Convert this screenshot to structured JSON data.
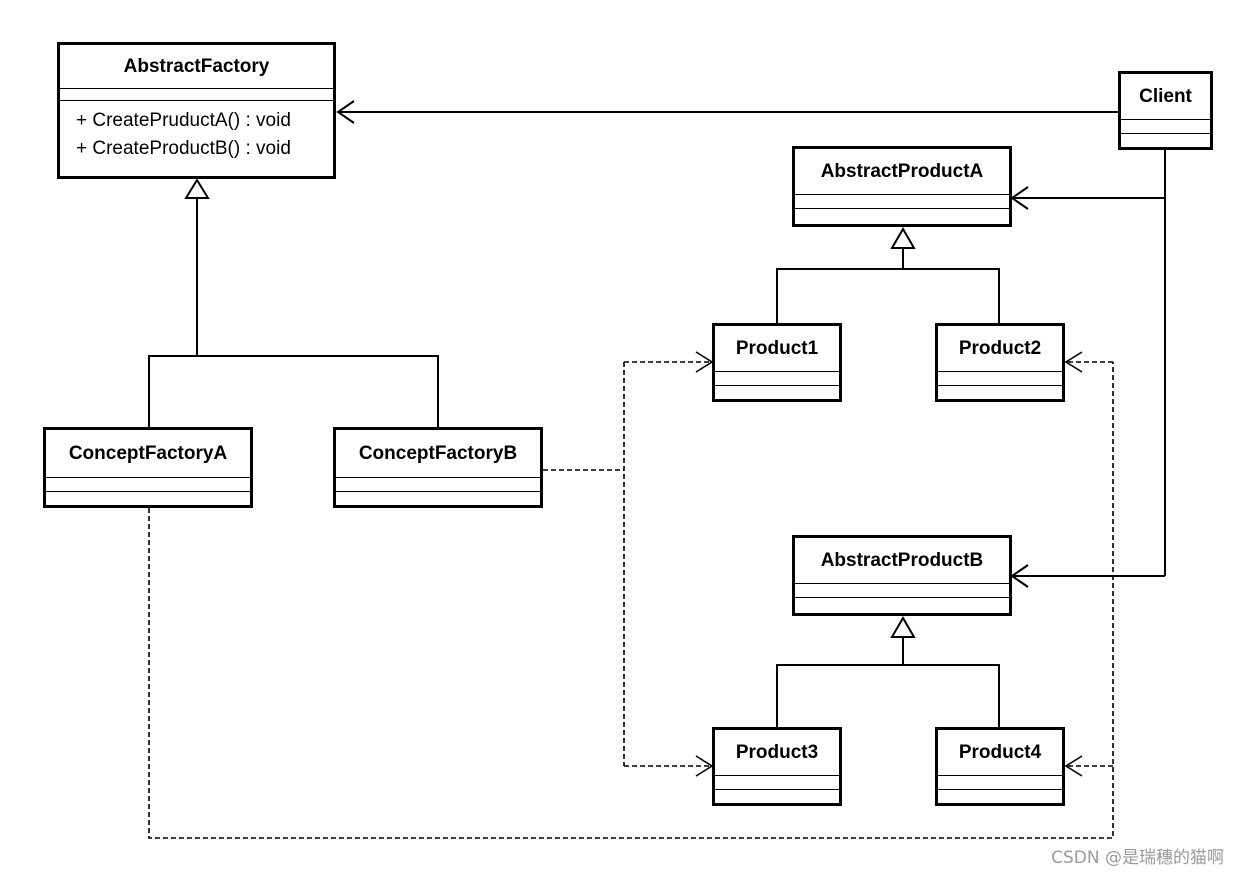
{
  "diagram": {
    "classes": {
      "abstract_factory": {
        "name": "AbstractFactory",
        "operations": [
          "+ CreatePruductA() : void",
          "+ CreateProductB() : void"
        ]
      },
      "client": {
        "name": "Client"
      },
      "abstract_product_a": {
        "name": "AbstractProductA"
      },
      "abstract_product_b": {
        "name": "AbstractProductB"
      },
      "product1": {
        "name": "Product1"
      },
      "product2": {
        "name": "Product2"
      },
      "product3": {
        "name": "Product3"
      },
      "product4": {
        "name": "Product4"
      },
      "concept_factory_a": {
        "name": "ConceptFactoryA"
      },
      "concept_factory_b": {
        "name": "ConceptFactoryB"
      }
    },
    "relations": [
      {
        "type": "association",
        "from": "Client",
        "to": "AbstractFactory"
      },
      {
        "type": "association",
        "from": "Client",
        "to": "AbstractProductA"
      },
      {
        "type": "association",
        "from": "Client",
        "to": "AbstractProductB"
      },
      {
        "type": "generalization",
        "from": "ConceptFactoryA",
        "to": "AbstractFactory"
      },
      {
        "type": "generalization",
        "from": "ConceptFactoryB",
        "to": "AbstractFactory"
      },
      {
        "type": "generalization",
        "from": "Product1",
        "to": "AbstractProductA"
      },
      {
        "type": "generalization",
        "from": "Product2",
        "to": "AbstractProductA"
      },
      {
        "type": "generalization",
        "from": "Product3",
        "to": "AbstractProductB"
      },
      {
        "type": "generalization",
        "from": "Product4",
        "to": "AbstractProductB"
      },
      {
        "type": "dependency",
        "from": "ConceptFactoryB",
        "to": "Product1"
      },
      {
        "type": "dependency",
        "from": "ConceptFactoryB",
        "to": "Product3"
      },
      {
        "type": "dependency",
        "from": "ConceptFactoryA",
        "to": "Product2"
      },
      {
        "type": "dependency",
        "from": "ConceptFactoryA",
        "to": "Product4"
      }
    ]
  },
  "watermark": "CSDN @是瑞穗的猫啊"
}
